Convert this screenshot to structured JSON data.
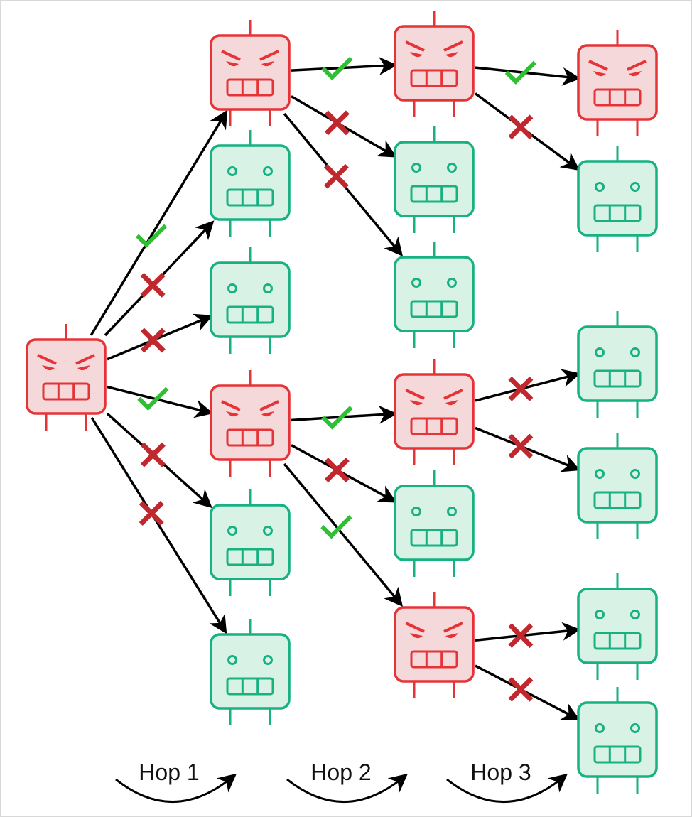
{
  "colors": {
    "malicious_stroke": "#e53338",
    "malicious_fill": "#f5d9da",
    "benign_stroke": "#17b182",
    "benign_fill": "#d9f2e6",
    "arrow": "#000000",
    "check": "#2fbf33",
    "cross": "#c0282d"
  },
  "icons": {
    "malicious_node": "angry-robot-icon",
    "benign_node": "neutral-robot-icon",
    "accept_mark": "check-icon",
    "reject_mark": "cross-icon"
  },
  "nodes": [
    {
      "id": "n0",
      "kind": "malicious"
    },
    {
      "id": "n1a",
      "kind": "malicious"
    },
    {
      "id": "n1b",
      "kind": "benign"
    },
    {
      "id": "n1c",
      "kind": "benign"
    },
    {
      "id": "n1d",
      "kind": "malicious"
    },
    {
      "id": "n1e",
      "kind": "benign"
    },
    {
      "id": "n1f",
      "kind": "benign"
    },
    {
      "id": "n2a",
      "kind": "malicious"
    },
    {
      "id": "n2b",
      "kind": "benign"
    },
    {
      "id": "n2c",
      "kind": "benign"
    },
    {
      "id": "n2d",
      "kind": "malicious"
    },
    {
      "id": "n2e",
      "kind": "benign"
    },
    {
      "id": "n2f",
      "kind": "malicious"
    },
    {
      "id": "n3a",
      "kind": "malicious"
    },
    {
      "id": "n3b",
      "kind": "benign"
    },
    {
      "id": "n3c",
      "kind": "benign"
    },
    {
      "id": "n3d",
      "kind": "benign"
    },
    {
      "id": "n3e",
      "kind": "benign"
    },
    {
      "id": "n3f",
      "kind": "benign"
    }
  ],
  "edges": [
    {
      "from": "n0",
      "to": "n1a",
      "mark": "check"
    },
    {
      "from": "n0",
      "to": "n1b",
      "mark": "cross"
    },
    {
      "from": "n0",
      "to": "n1c",
      "mark": "cross"
    },
    {
      "from": "n0",
      "to": "n1d",
      "mark": "check"
    },
    {
      "from": "n0",
      "to": "n1e",
      "mark": "cross"
    },
    {
      "from": "n0",
      "to": "n1f",
      "mark": "cross"
    },
    {
      "from": "n1a",
      "to": "n2a",
      "mark": "check"
    },
    {
      "from": "n1a",
      "to": "n2b",
      "mark": "cross"
    },
    {
      "from": "n1a",
      "to": "n2c",
      "mark": "cross"
    },
    {
      "from": "n1d",
      "to": "n2d",
      "mark": "check"
    },
    {
      "from": "n1d",
      "to": "n2e",
      "mark": "cross"
    },
    {
      "from": "n1d",
      "to": "n2f",
      "mark": "check"
    },
    {
      "from": "n2a",
      "to": "n3a",
      "mark": "check"
    },
    {
      "from": "n2a",
      "to": "n3b",
      "mark": "cross"
    },
    {
      "from": "n2d",
      "to": "n3c",
      "mark": "cross"
    },
    {
      "from": "n2d",
      "to": "n3d",
      "mark": "cross"
    },
    {
      "from": "n2f",
      "to": "n3e",
      "mark": "cross"
    },
    {
      "from": "n2f",
      "to": "n3f",
      "mark": "cross"
    }
  ],
  "hops": [
    {
      "label": "Hop 1"
    },
    {
      "label": "Hop 2"
    },
    {
      "label": "Hop 3"
    }
  ]
}
